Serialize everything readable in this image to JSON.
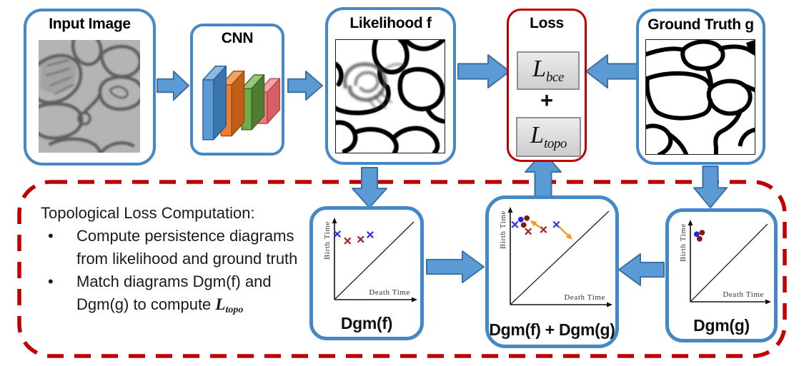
{
  "nodes": {
    "input_image": {
      "title": "Input Image"
    },
    "cnn": {
      "title": "CNN"
    },
    "likelihood": {
      "title": "Likelihood f"
    },
    "loss": {
      "title": "Loss",
      "bce_base": "L",
      "bce_sub": "bce",
      "plus": "+",
      "topo_base": "L",
      "topo_sub": "topo"
    },
    "ground_truth": {
      "title": "Ground Truth g"
    }
  },
  "topo_panel": {
    "heading": "Topological Loss Computation:",
    "bullet_glyph": "•",
    "bullets": [
      {
        "line1": "Compute persistence diagrams",
        "line2": "from likelihood and ground truth"
      },
      {
        "line1": "Match diagrams Dgm(f) and",
        "line2": "Dgm(g) to compute",
        "math_base": "L",
        "math_sub": "topo"
      }
    ]
  },
  "chart_data": [
    {
      "id": "dgm-f",
      "type": "scatter",
      "title": "Dgm(f)",
      "xlabel": "Death Time",
      "ylabel": "Birth Time",
      "diagonal": true,
      "xlim": [
        0,
        1
      ],
      "ylim": [
        0,
        1
      ],
      "points": [
        {
          "x": 0.04,
          "y": 0.86,
          "marker": "x",
          "color": "#3838e0"
        },
        {
          "x": 0.18,
          "y": 0.77,
          "marker": "x",
          "color": "#a82828"
        },
        {
          "x": 0.36,
          "y": 0.79,
          "marker": "x",
          "color": "#a82828"
        },
        {
          "x": 0.49,
          "y": 0.85,
          "marker": "x",
          "color": "#3838e0"
        }
      ],
      "match_arrows": []
    },
    {
      "id": "dgm-f-plus-g",
      "type": "scatter",
      "title": "Dgm(f) + Dgm(g)",
      "xlabel": "Death Time",
      "ylabel": "Birth Time",
      "diagonal": true,
      "xlim": [
        0,
        1
      ],
      "ylim": [
        0,
        1
      ],
      "points": [
        {
          "x": 0.05,
          "y": 0.87,
          "marker": "x",
          "color": "#3838e0"
        },
        {
          "x": 0.115,
          "y": 0.925,
          "marker": "o",
          "color": "#2525dd"
        },
        {
          "x": 0.18,
          "y": 0.94,
          "marker": "o",
          "color": "#8b1515"
        },
        {
          "x": 0.145,
          "y": 0.865,
          "marker": "o",
          "color": "#8b1515"
        },
        {
          "x": 0.195,
          "y": 0.795,
          "marker": "x",
          "color": "#a82828"
        },
        {
          "x": 0.36,
          "y": 0.815,
          "marker": "x",
          "color": "#a82828"
        },
        {
          "x": 0.5,
          "y": 0.87,
          "marker": "x",
          "color": "#3838e0"
        }
      ],
      "match_arrows": [
        {
          "x1": 0.33,
          "y1": 0.835,
          "x2": 0.215,
          "y2": 0.915
        },
        {
          "x1": 0.53,
          "y1": 0.845,
          "x2": 0.675,
          "y2": 0.705
        }
      ]
    },
    {
      "id": "dgm-g",
      "type": "scatter",
      "title": "Dgm(g)",
      "xlabel": "Death Time",
      "ylabel": "Birth Time",
      "diagonal": true,
      "xlim": [
        0,
        1
      ],
      "ylim": [
        0,
        1
      ],
      "points": [
        {
          "x": 0.09,
          "y": 0.885,
          "marker": "o",
          "color": "#2525dd"
        },
        {
          "x": 0.165,
          "y": 0.905,
          "marker": "o",
          "color": "#8b1515"
        },
        {
          "x": 0.13,
          "y": 0.825,
          "marker": "o",
          "color": "#8b1515"
        }
      ],
      "match_arrows": []
    }
  ],
  "colors": {
    "box_border_blue": "#4488c8",
    "arrow_fill": "#5b9bd5",
    "arrow_stroke": "#3e6fa3",
    "loss_border_red": "#c00000",
    "dashed_red": "#bf0000",
    "match_arrow_orange": "#f59a23",
    "gray_box_border": "#8f8f8f"
  }
}
